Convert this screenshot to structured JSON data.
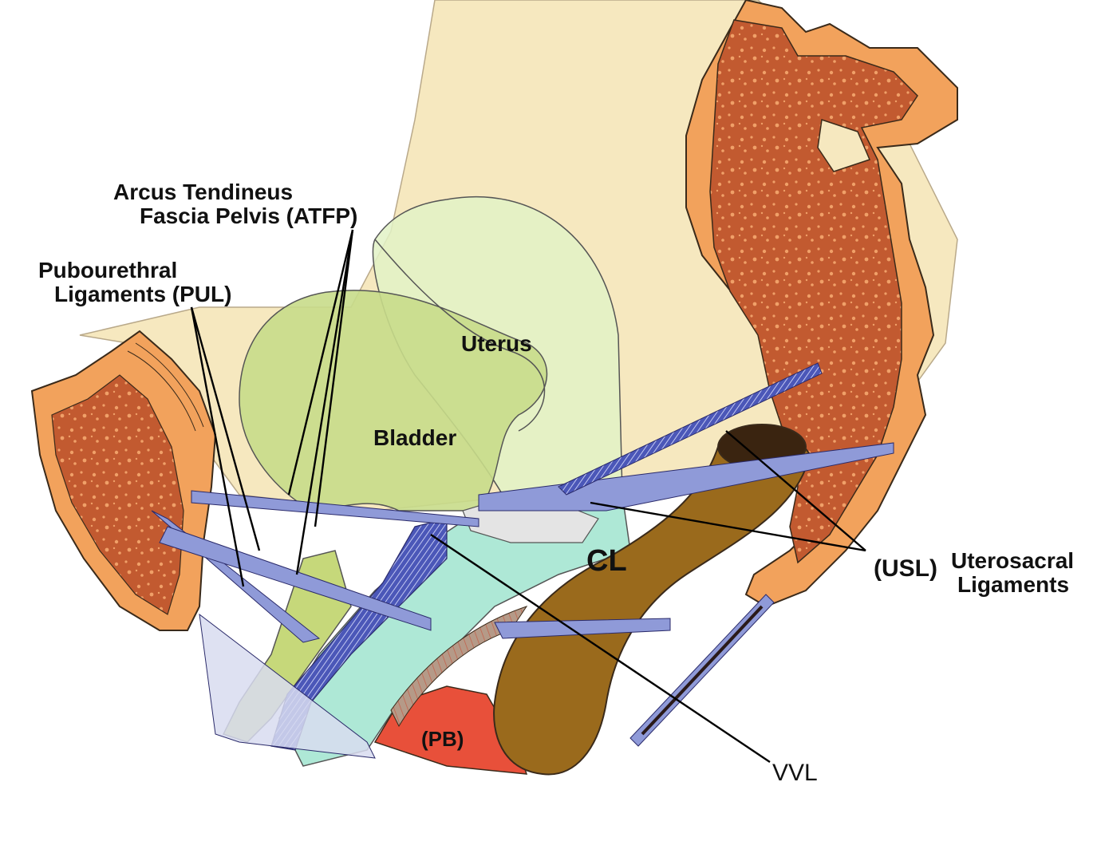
{
  "labels": {
    "atfp_line1": "Arcus Tendineus",
    "atfp_line2": "Fascia Pelvis  (ATFP)",
    "pul_line1": "Pubourethral",
    "pul_line2": "Ligaments  (PUL)",
    "uterus": "Uterus",
    "bladder": "Bladder",
    "cl": "CL",
    "usl": "(USL)",
    "usl_line1": "Uterosacral",
    "usl_line2": "Ligaments",
    "pb": "(PB)",
    "vvl": "VVL"
  },
  "colors": {
    "pelvis_bone": "#f6e8bf",
    "sacrum_cortex": "#f2a25c",
    "sacrum_marrow": "#c25a30",
    "bladder": "#c8dc8a",
    "uterus": "#e0f0c0",
    "rectum": "#9a6a1c",
    "perineal_body": "#e8503a",
    "ligament": "#8f9ad8",
    "vagina": "#aee8d6",
    "urethra": "#c6d87a"
  }
}
